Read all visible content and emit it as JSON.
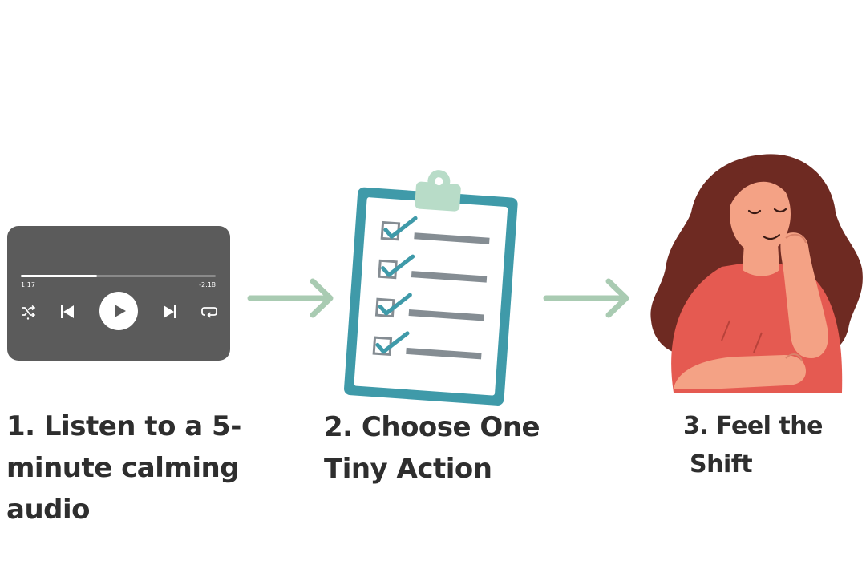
{
  "steps": [
    {
      "number": "1.",
      "lines": [
        "1. Listen to a 5-",
        "minute calming",
        "audio"
      ]
    },
    {
      "number": "2.",
      "lines": [
        "2. Choose One",
        "Tiny Action"
      ]
    },
    {
      "number": "3.",
      "lines": [
        "3. Feel the",
        "Shift"
      ]
    }
  ],
  "player": {
    "elapsed": "1:17",
    "remaining": "-2:18",
    "progress_fraction": 0.39,
    "controls": [
      "shuffle-icon",
      "previous-icon",
      "play-icon",
      "next-icon",
      "repeat-icon"
    ]
  },
  "checklist": {
    "item_count": 4
  },
  "colors": {
    "player_background": "#5b5b5b",
    "arrow": "#a9cbb2",
    "clipboard_frame": "#3f9aa9",
    "clip": "#b8dcc8",
    "checkmark": "#3f9aa9",
    "checklist_line": "#858d93",
    "caption_text": "#2e2e2e",
    "hair": "#6e2a22",
    "skin": "#f4a285",
    "shirt": "#e55a51"
  }
}
